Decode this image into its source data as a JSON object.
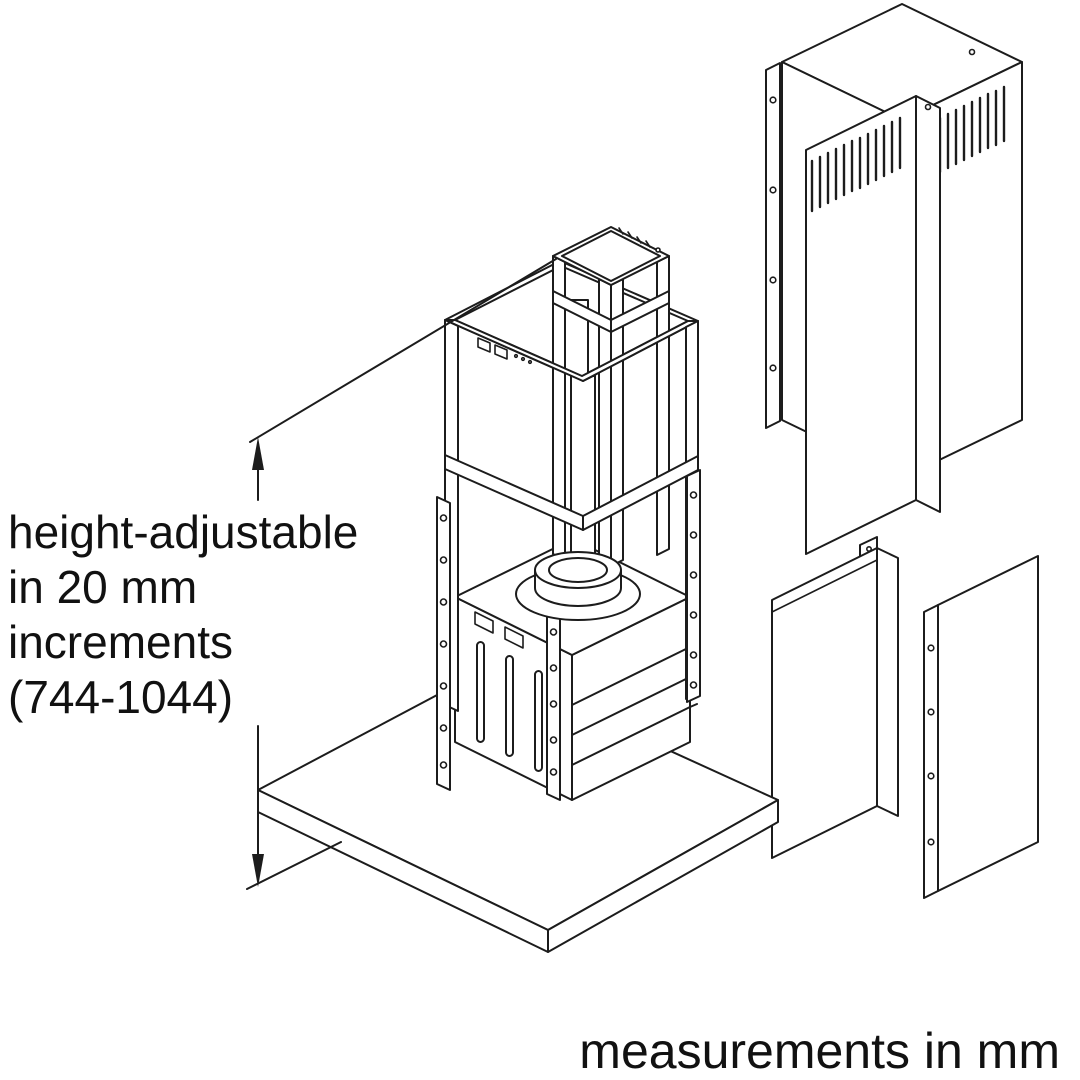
{
  "colors": {
    "background": "#ffffff",
    "line": "#1c1c1c",
    "text": "#111111"
  },
  "annotation": {
    "line1": "height-adjustable",
    "line2": "in 20 mm",
    "line3": "increments",
    "line4": "(744-1044)"
  },
  "footer": {
    "units_note": "measurements in mm"
  },
  "diagram": {
    "kind": "exploded-isometric-installation-drawing",
    "parts": [
      "canopy-plate",
      "hood-body",
      "duct-collar",
      "telescopic-mounting-frame",
      "chimney-cover-upper-rear",
      "chimney-cover-upper-front",
      "chimney-cover-lower-front",
      "chimney-cover-lower-right"
    ]
  }
}
